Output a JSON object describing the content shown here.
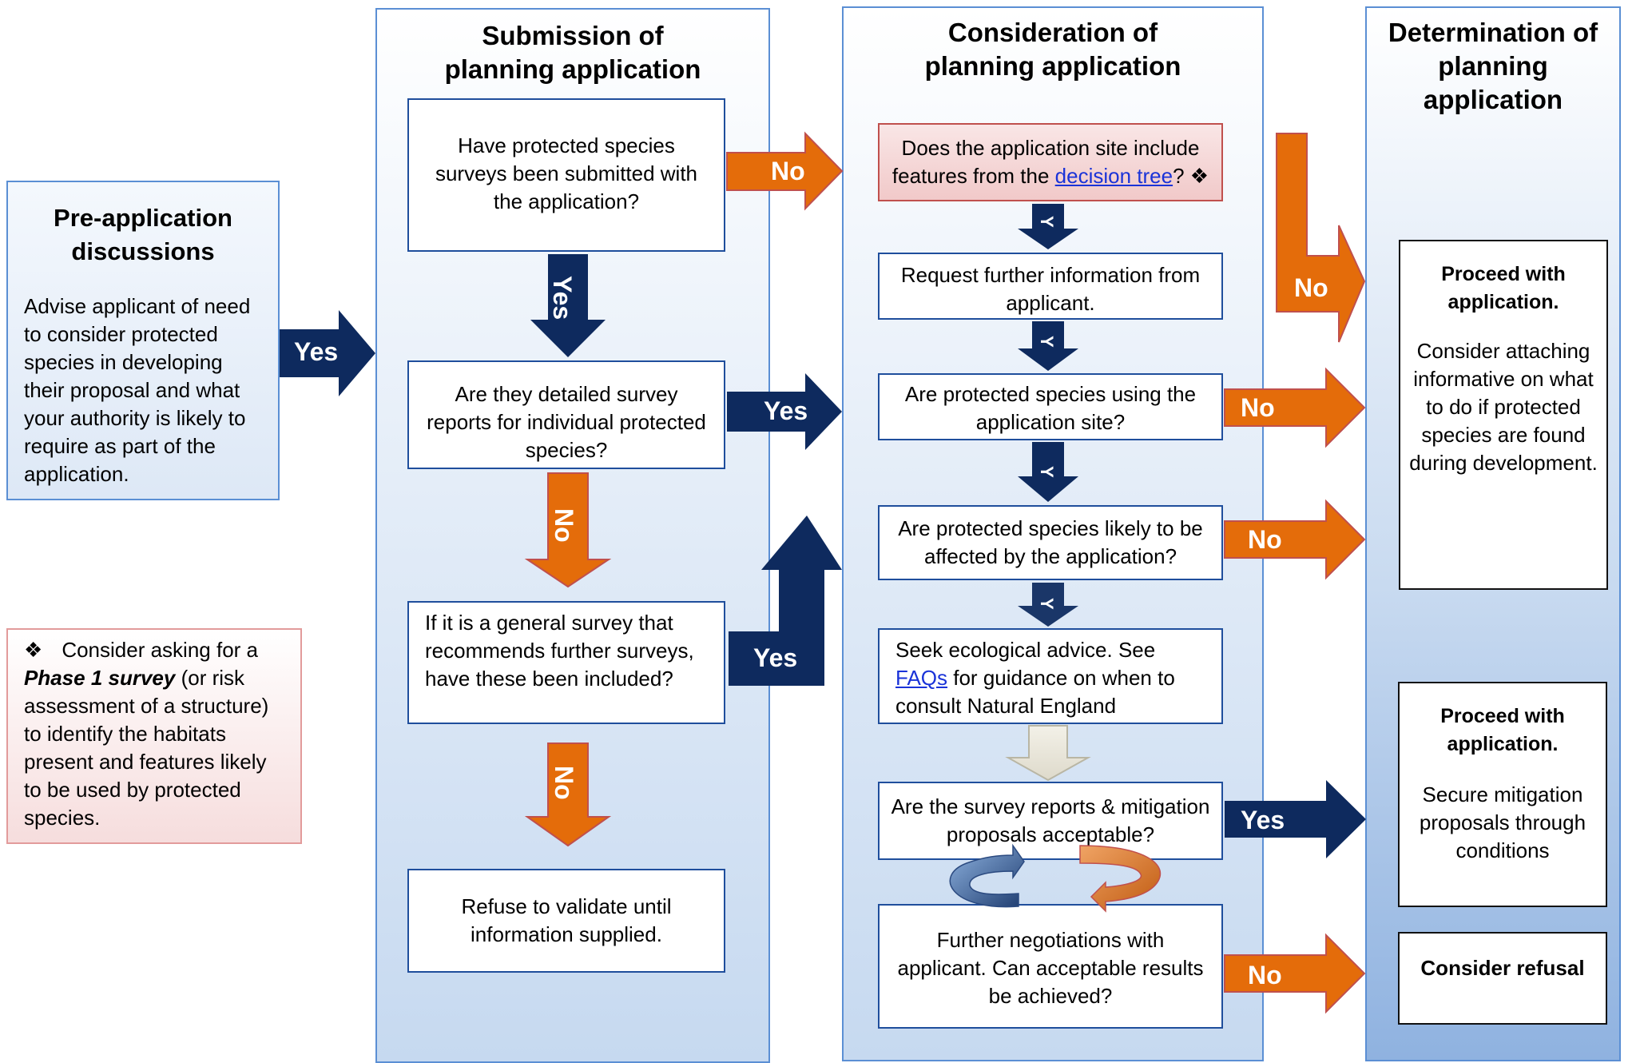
{
  "columns": {
    "pre": {
      "title": "Pre-application discussions",
      "body": "Advise applicant of need to consider protected species in developing their proposal and what your authority is likely to require as part of the application."
    },
    "submission": {
      "title": "Submission of planning application"
    },
    "consideration": {
      "title": "Consideration of planning application"
    },
    "determination": {
      "title": "Determination of planning application"
    }
  },
  "note": {
    "symbol": "❖",
    "lead": "Consider asking for a",
    "bold": "Phase 1 survey",
    "rest": "(or risk assessment of a structure) to identify the habitats present and features likely to be used by protected species."
  },
  "submission_boxes": {
    "q1": "Have protected species surveys been submitted with the application?",
    "q2": "Are they detailed survey reports for individual protected species?",
    "q3": "If it is a general survey that recommends further surveys, have these been included?",
    "refuse": "Refuse to validate until information supplied."
  },
  "consideration_boxes": {
    "c1_pre": "Does the application site include features from the",
    "c1_link": "decision tree",
    "c1_post": "? ❖",
    "c2": "Request further information from applicant.",
    "c3": "Are protected species using the application site?",
    "c4": "Are protected species likely to be affected by the application?",
    "c5_pre": "Seek ecological advice.  See",
    "c5_link": "FAQs",
    "c5_post": "for guidance on when to consult Natural England",
    "c6": "Are the survey reports & mitigation proposals acceptable?",
    "c7": "Further negotiations with applicant. Can acceptable results be achieved?"
  },
  "determination_boxes": {
    "d1_title": "Proceed with application.",
    "d1_body": "Consider attaching informative on what to do if protected species are found during development.",
    "d2_title": "Proceed with application.",
    "d2_body": "Secure mitigation proposals through conditions",
    "d3_title": "Consider refusal"
  },
  "arrow_labels": {
    "pre_yes": "Yes",
    "q1_no": "No",
    "q1_yes": "Yes",
    "q2_yes": "Yes",
    "q2_no": "No",
    "q3_yes": "Yes",
    "q3_no": "No",
    "c1_no": "No",
    "c3_no": "No",
    "c4_no": "No",
    "c6_yes": "Yes",
    "c7_no": "No",
    "down_y": "Y"
  },
  "colors": {
    "navy_arrow": "#0e2a5e",
    "orange_arrow": "#e46c0a",
    "box_border": "#1f4e9c",
    "column_border": "#5b8fd4"
  }
}
